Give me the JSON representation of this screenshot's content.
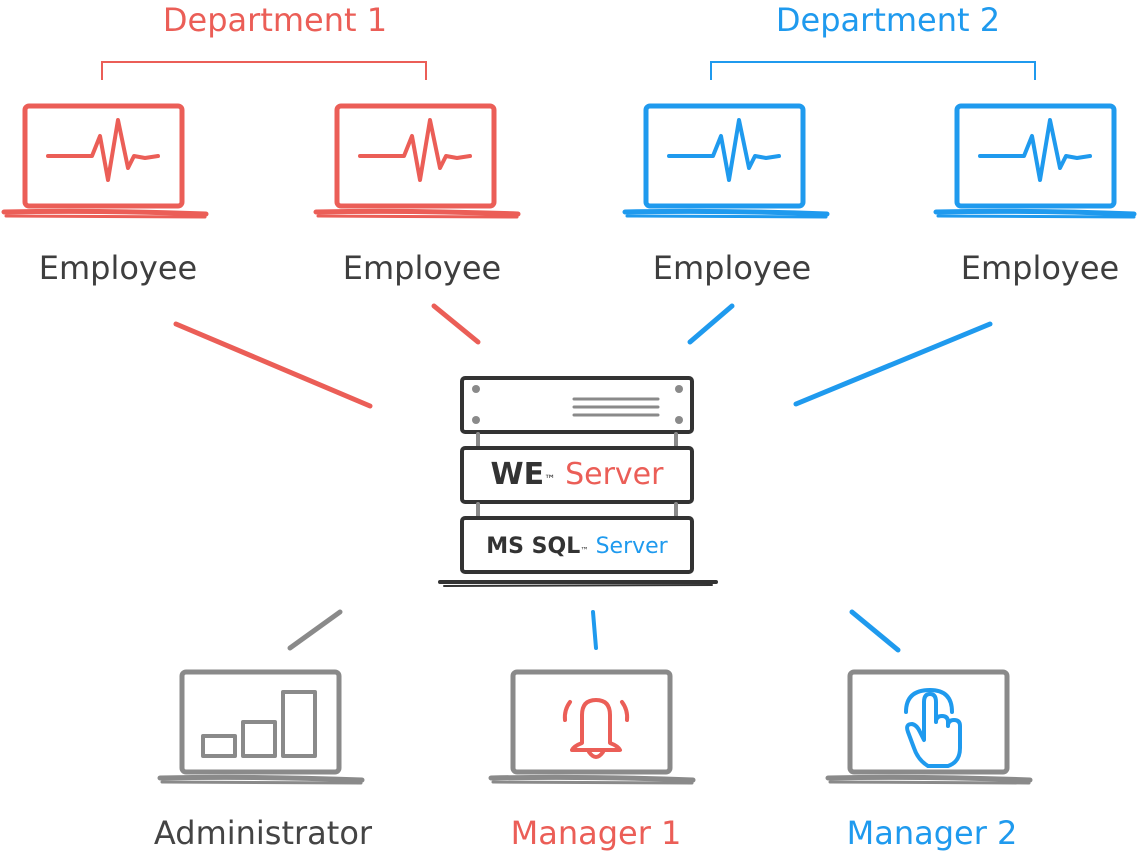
{
  "departments": [
    {
      "label": "Department 1",
      "color": "#eb5e57"
    },
    {
      "label": "Department 2",
      "color": "#1f9aee"
    }
  ],
  "employees": [
    {
      "label": "Employee",
      "department": "Department 1",
      "icon": "heartbeat-monitor-icon"
    },
    {
      "label": "Employee",
      "department": "Department 1",
      "icon": "heartbeat-monitor-icon"
    },
    {
      "label": "Employee",
      "department": "Department 2",
      "icon": "heartbeat-monitor-icon"
    },
    {
      "label": "Employee",
      "department": "Department 2",
      "icon": "heartbeat-monitor-icon"
    }
  ],
  "server": {
    "we": {
      "brand": "WE",
      "tm": "™",
      "suffix": "Server"
    },
    "sql": {
      "brand": "MS SQL",
      "tm": "™",
      "suffix": "Server"
    }
  },
  "clients": [
    {
      "label": "Administrator",
      "icon": "bar-chart-icon",
      "color": "#8a8a8a"
    },
    {
      "label": "Manager 1",
      "icon": "bell-icon",
      "color": "#eb5e57"
    },
    {
      "label": "Manager 2",
      "icon": "tap-hand-icon",
      "color": "#1f9aee"
    }
  ],
  "colors": {
    "red": "#eb5e57",
    "blue": "#1f9aee",
    "gray": "#8a8a8a",
    "dark": "#333333"
  }
}
